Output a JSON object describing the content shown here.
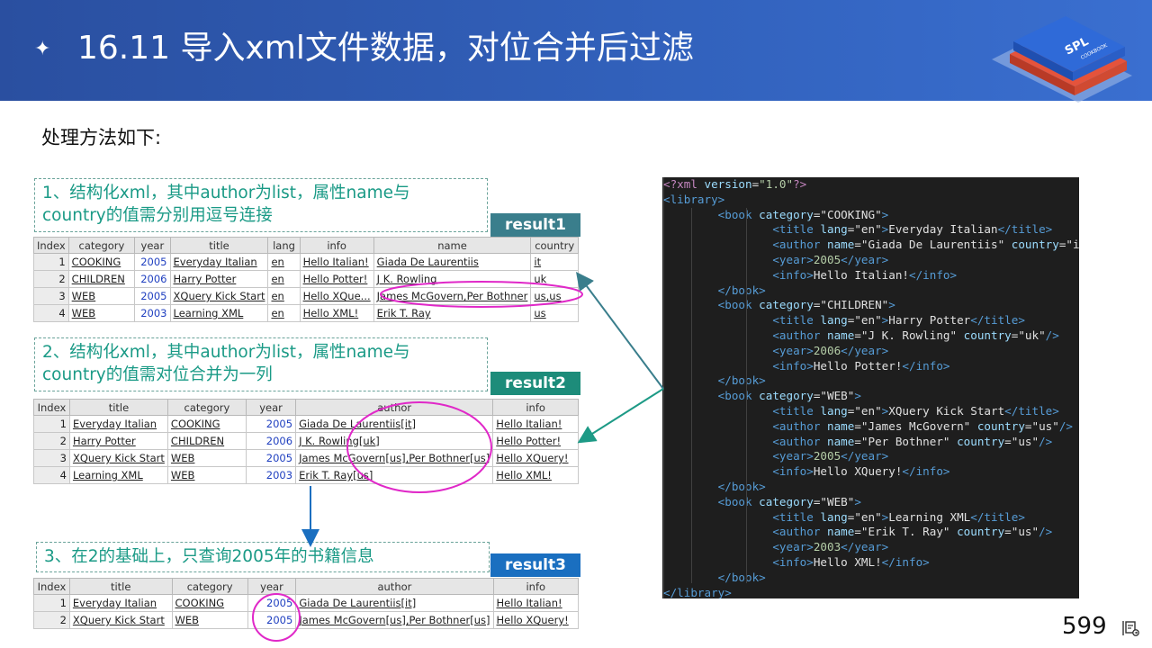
{
  "header": {
    "title": "16.11 导入xml文件数据，对位合并后过滤",
    "star": "✦",
    "logo_text": "SPL",
    "logo_subtext": "COOKBOOK"
  },
  "subtitle": "处理方法如下:",
  "steps": [
    {
      "line1": "1、结构化xml，其中author为list，属性name与",
      "line2": "country的值需分别用逗号连接",
      "badge": "result1"
    },
    {
      "line1": "2、结构化xml，其中author为list，属性name与",
      "line2": "country的值需对位合并为一列",
      "badge": "result2"
    },
    {
      "line1": "3、在2的基础上，只查询2005年的书籍信息",
      "badge": "result3"
    }
  ],
  "colors": {
    "badge1": "#3a7e8c",
    "badge2": "#1d8c7a",
    "badge3": "#1a6fc0",
    "circle": "#e028c8"
  },
  "table1": {
    "headers": [
      "Index",
      "category",
      "year",
      "title",
      "lang",
      "info",
      "name",
      "country"
    ],
    "rows": [
      [
        "1",
        "COOKING",
        "2005",
        "Everyday Italian",
        "en",
        "Hello Italian!",
        "Giada De Laurentiis",
        "it"
      ],
      [
        "2",
        "CHILDREN",
        "2006",
        "Harry Potter",
        "en",
        "Hello Potter!",
        "J K. Rowling",
        "uk"
      ],
      [
        "3",
        "WEB",
        "2005",
        "XQuery Kick Start",
        "en",
        "Hello XQue...",
        "James McGovern,Per Bothner",
        "us,us"
      ],
      [
        "4",
        "WEB",
        "2003",
        "Learning XML",
        "en",
        "Hello XML!",
        "Erik T. Ray",
        "us"
      ]
    ]
  },
  "table2": {
    "headers": [
      "Index",
      "title",
      "category",
      "year",
      "author",
      "info"
    ],
    "rows": [
      [
        "1",
        "Everyday Italian",
        "COOKING",
        "2005",
        "Giada De Laurentiis[it]",
        "Hello Italian!"
      ],
      [
        "2",
        "Harry Potter",
        "CHILDREN",
        "2006",
        "J K. Rowling[uk]",
        "Hello Potter!"
      ],
      [
        "3",
        "XQuery Kick Start",
        "WEB",
        "2005",
        "James McGovern[us],Per Bothner[us]",
        "Hello XQuery!"
      ],
      [
        "4",
        "Learning XML",
        "WEB",
        "2003",
        "Erik T. Ray[us]",
        "Hello XML!"
      ]
    ]
  },
  "table3": {
    "headers": [
      "Index",
      "title",
      "category",
      "year",
      "author",
      "info"
    ],
    "rows": [
      [
        "1",
        "Everyday Italian",
        "COOKING",
        "2005",
        "Giada De Laurentiis[it]",
        "Hello Italian!"
      ],
      [
        "2",
        "XQuery Kick Start",
        "WEB",
        "2005",
        "James McGovern[us],Per Bothner[us]",
        "Hello XQuery!"
      ]
    ]
  },
  "xml_lines": [
    {
      "indent": 0,
      "parts": [
        [
          "pi",
          "<?xml "
        ],
        [
          "at",
          "version"
        ],
        [
          "tx",
          "="
        ],
        [
          "nm",
          "\"1.0\""
        ],
        [
          "pi",
          "?>"
        ]
      ]
    },
    {
      "indent": 0,
      "parts": [
        [
          "tg",
          "<library>"
        ]
      ]
    },
    {
      "indent": 1,
      "parts": [
        [
          "tg",
          "<book "
        ],
        [
          "at",
          "category"
        ],
        [
          "tx",
          "=\"COOKING\""
        ],
        [
          "tg",
          ">"
        ]
      ]
    },
    {
      "indent": 2,
      "parts": [
        [
          "tg",
          "<title "
        ],
        [
          "at",
          "lang"
        ],
        [
          "tx",
          "=\"en\""
        ],
        [
          "tg",
          ">"
        ],
        [
          "tx",
          "Everyday Italian"
        ],
        [
          "tg",
          "</title>"
        ]
      ]
    },
    {
      "indent": 2,
      "parts": [
        [
          "tg",
          "<author "
        ],
        [
          "at",
          "name"
        ],
        [
          "tx",
          "=\"Giada De Laurentiis\" "
        ],
        [
          "at",
          "country"
        ],
        [
          "tx",
          "=\"it\""
        ],
        [
          "tg",
          "/>"
        ]
      ]
    },
    {
      "indent": 2,
      "parts": [
        [
          "tg",
          "<year>"
        ],
        [
          "nm",
          "2005"
        ],
        [
          "tg",
          "</year>"
        ]
      ]
    },
    {
      "indent": 2,
      "parts": [
        [
          "tg",
          "<info>"
        ],
        [
          "tx",
          "Hello Italian!"
        ],
        [
          "tg",
          "</info>"
        ]
      ]
    },
    {
      "indent": 1,
      "parts": [
        [
          "tg",
          "</book>"
        ]
      ]
    },
    {
      "indent": 1,
      "parts": [
        [
          "tg",
          "<book "
        ],
        [
          "at",
          "category"
        ],
        [
          "tx",
          "=\"CHILDREN\""
        ],
        [
          "tg",
          ">"
        ]
      ]
    },
    {
      "indent": 2,
      "parts": [
        [
          "tg",
          "<title "
        ],
        [
          "at",
          "lang"
        ],
        [
          "tx",
          "=\"en\""
        ],
        [
          "tg",
          ">"
        ],
        [
          "tx",
          "Harry Potter"
        ],
        [
          "tg",
          "</title>"
        ]
      ]
    },
    {
      "indent": 2,
      "parts": [
        [
          "tg",
          "<author "
        ],
        [
          "at",
          "name"
        ],
        [
          "tx",
          "=\"J K. Rowling\" "
        ],
        [
          "at",
          "country"
        ],
        [
          "tx",
          "=\"uk\""
        ],
        [
          "tg",
          "/>"
        ]
      ]
    },
    {
      "indent": 2,
      "parts": [
        [
          "tg",
          "<year>"
        ],
        [
          "nm",
          "2006"
        ],
        [
          "tg",
          "</year>"
        ]
      ]
    },
    {
      "indent": 2,
      "parts": [
        [
          "tg",
          "<info>"
        ],
        [
          "tx",
          "Hello Potter!"
        ],
        [
          "tg",
          "</info>"
        ]
      ]
    },
    {
      "indent": 1,
      "parts": [
        [
          "tg",
          "</book>"
        ]
      ]
    },
    {
      "indent": 1,
      "parts": [
        [
          "tg",
          "<book "
        ],
        [
          "at",
          "category"
        ],
        [
          "tx",
          "=\"WEB\""
        ],
        [
          "tg",
          ">"
        ]
      ]
    },
    {
      "indent": 2,
      "parts": [
        [
          "tg",
          "<title "
        ],
        [
          "at",
          "lang"
        ],
        [
          "tx",
          "=\"en\""
        ],
        [
          "tg",
          ">"
        ],
        [
          "tx",
          "XQuery Kick Start"
        ],
        [
          "tg",
          "</title>"
        ]
      ]
    },
    {
      "indent": 2,
      "parts": [
        [
          "tg",
          "<author "
        ],
        [
          "at",
          "name"
        ],
        [
          "tx",
          "=\"James McGovern\" "
        ],
        [
          "at",
          "country"
        ],
        [
          "tx",
          "=\"us\""
        ],
        [
          "tg",
          "/>"
        ]
      ]
    },
    {
      "indent": 2,
      "parts": [
        [
          "tg",
          "<author "
        ],
        [
          "at",
          "name"
        ],
        [
          "tx",
          "=\"Per Bothner\" "
        ],
        [
          "at",
          "country"
        ],
        [
          "tx",
          "=\"us\""
        ],
        [
          "tg",
          "/>"
        ]
      ]
    },
    {
      "indent": 2,
      "parts": [
        [
          "tg",
          "<year>"
        ],
        [
          "nm",
          "2005"
        ],
        [
          "tg",
          "</year>"
        ]
      ]
    },
    {
      "indent": 2,
      "parts": [
        [
          "tg",
          "<info>"
        ],
        [
          "tx",
          "Hello XQuery!"
        ],
        [
          "tg",
          "</info>"
        ]
      ]
    },
    {
      "indent": 1,
      "parts": [
        [
          "tg",
          "</book>"
        ]
      ]
    },
    {
      "indent": 1,
      "parts": [
        [
          "tg",
          "<book "
        ],
        [
          "at",
          "category"
        ],
        [
          "tx",
          "=\"WEB\""
        ],
        [
          "tg",
          ">"
        ]
      ]
    },
    {
      "indent": 2,
      "parts": [
        [
          "tg",
          "<title "
        ],
        [
          "at",
          "lang"
        ],
        [
          "tx",
          "=\"en\""
        ],
        [
          "tg",
          ">"
        ],
        [
          "tx",
          "Learning XML"
        ],
        [
          "tg",
          "</title>"
        ]
      ]
    },
    {
      "indent": 2,
      "parts": [
        [
          "tg",
          "<author "
        ],
        [
          "at",
          "name"
        ],
        [
          "tx",
          "=\"Erik T. Ray\" "
        ],
        [
          "at",
          "country"
        ],
        [
          "tx",
          "=\"us\""
        ],
        [
          "tg",
          "/>"
        ]
      ]
    },
    {
      "indent": 2,
      "parts": [
        [
          "tg",
          "<year>"
        ],
        [
          "nm",
          "2003"
        ],
        [
          "tg",
          "</year>"
        ]
      ]
    },
    {
      "indent": 2,
      "parts": [
        [
          "tg",
          "<info>"
        ],
        [
          "tx",
          "Hello XML!"
        ],
        [
          "tg",
          "</info>"
        ]
      ]
    },
    {
      "indent": 1,
      "parts": [
        [
          "tg",
          "</book>"
        ]
      ]
    },
    {
      "indent": 0,
      "parts": [
        [
          "tg",
          "</library>"
        ]
      ]
    }
  ],
  "page_number": "599",
  "footer_icon": "presentation-icon"
}
